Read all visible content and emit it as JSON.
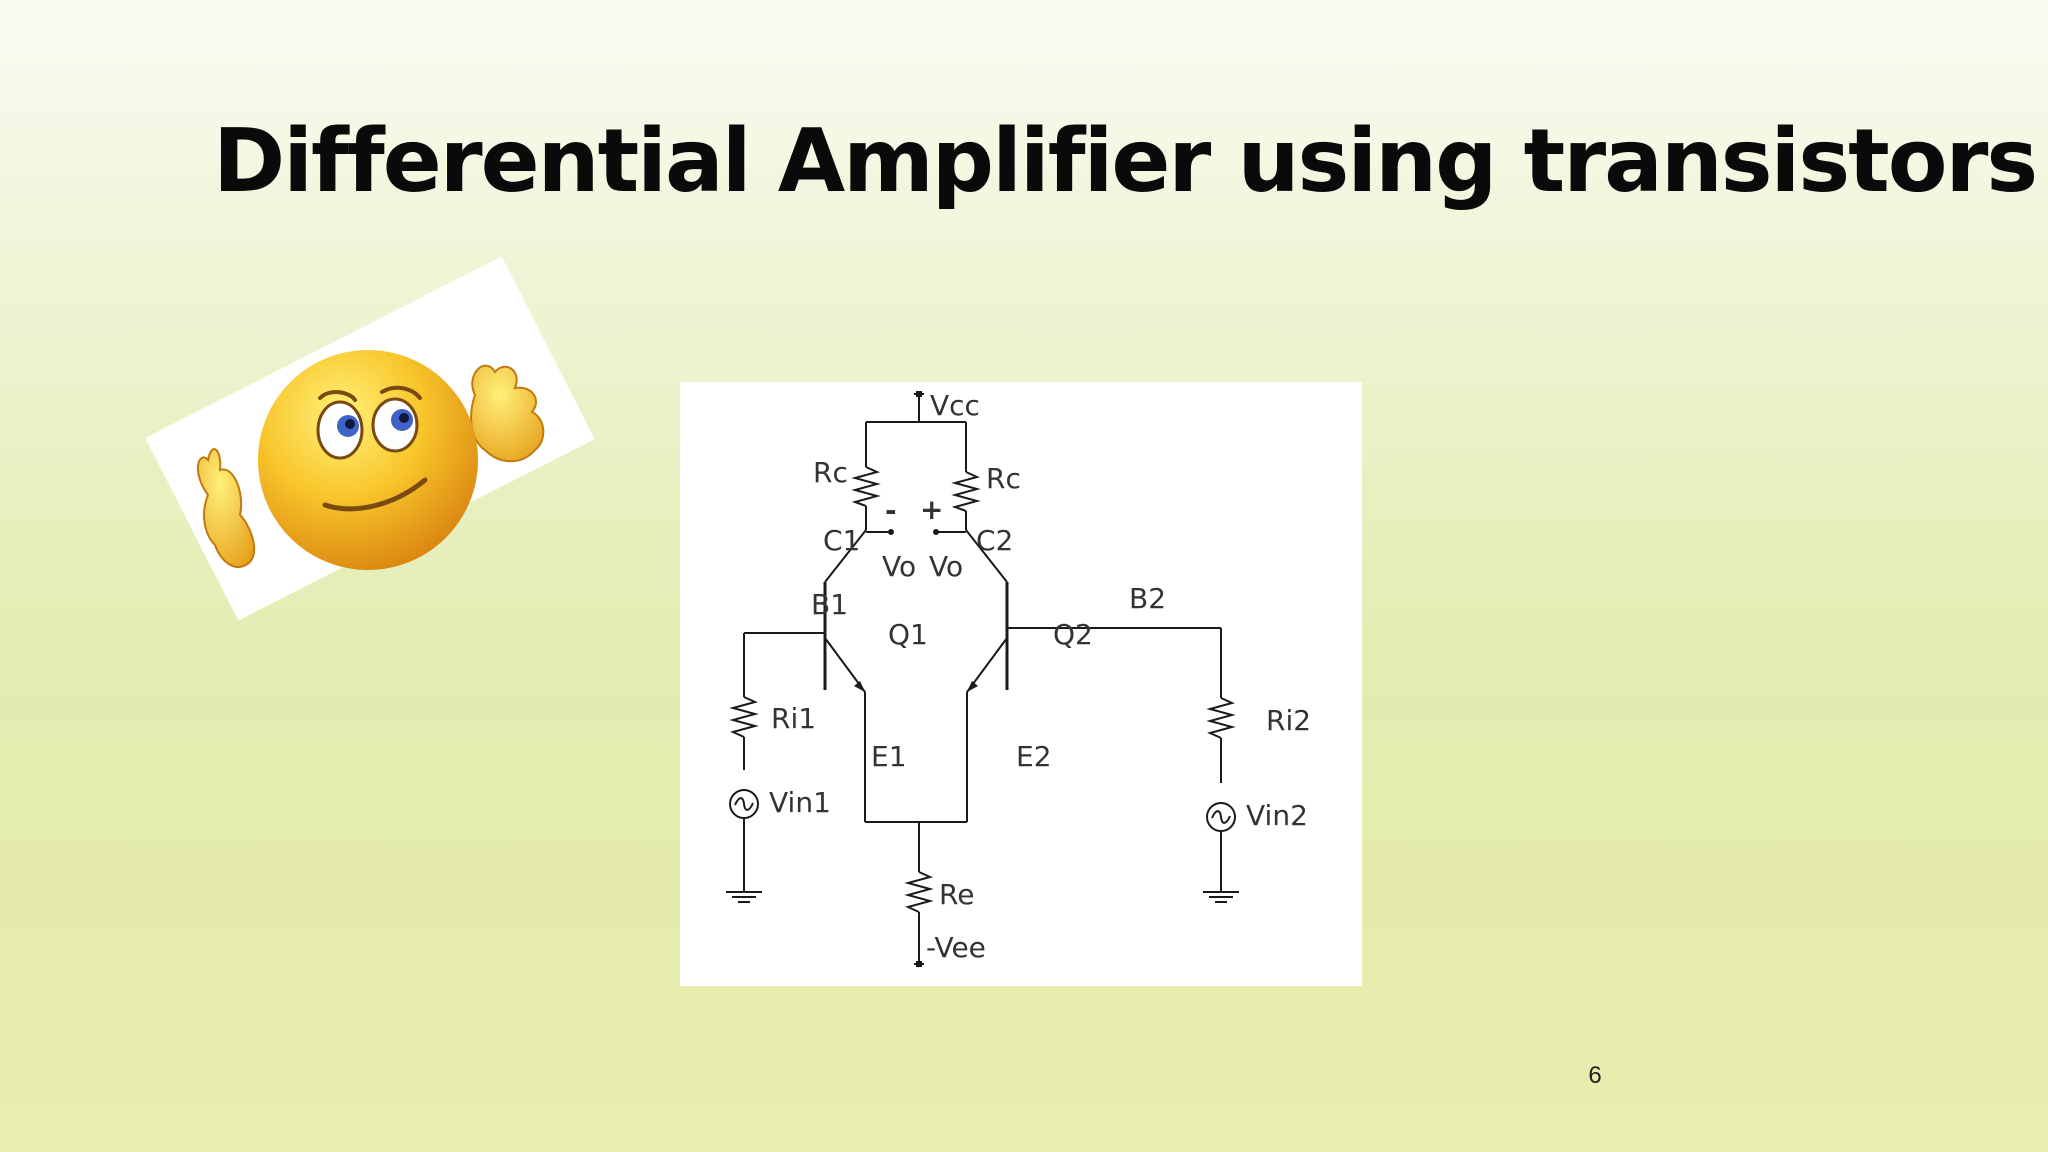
{
  "slide": {
    "title": "Differential Amplifier using transistors",
    "page_number": "6"
  },
  "emoji": {
    "icon": "confused-shrug-emoji-icon"
  },
  "circuit": {
    "labels": {
      "vcc": "Vcc",
      "rc_left": "Rc",
      "rc_right": "Rc",
      "c1": "C1",
      "c2": "C2",
      "vo_left": "Vo",
      "vo_right": "Vo",
      "sign_minus": "-",
      "sign_plus": "+",
      "b1": "B1",
      "b2": "B2",
      "q1": "Q1",
      "q2": "Q2",
      "e1": "E1",
      "e2": "E2",
      "ri1": "Ri1",
      "ri2": "Ri2",
      "vin1": "Vin1",
      "vin2": "Vin2",
      "re": "Re",
      "vee": "-Vee"
    }
  }
}
